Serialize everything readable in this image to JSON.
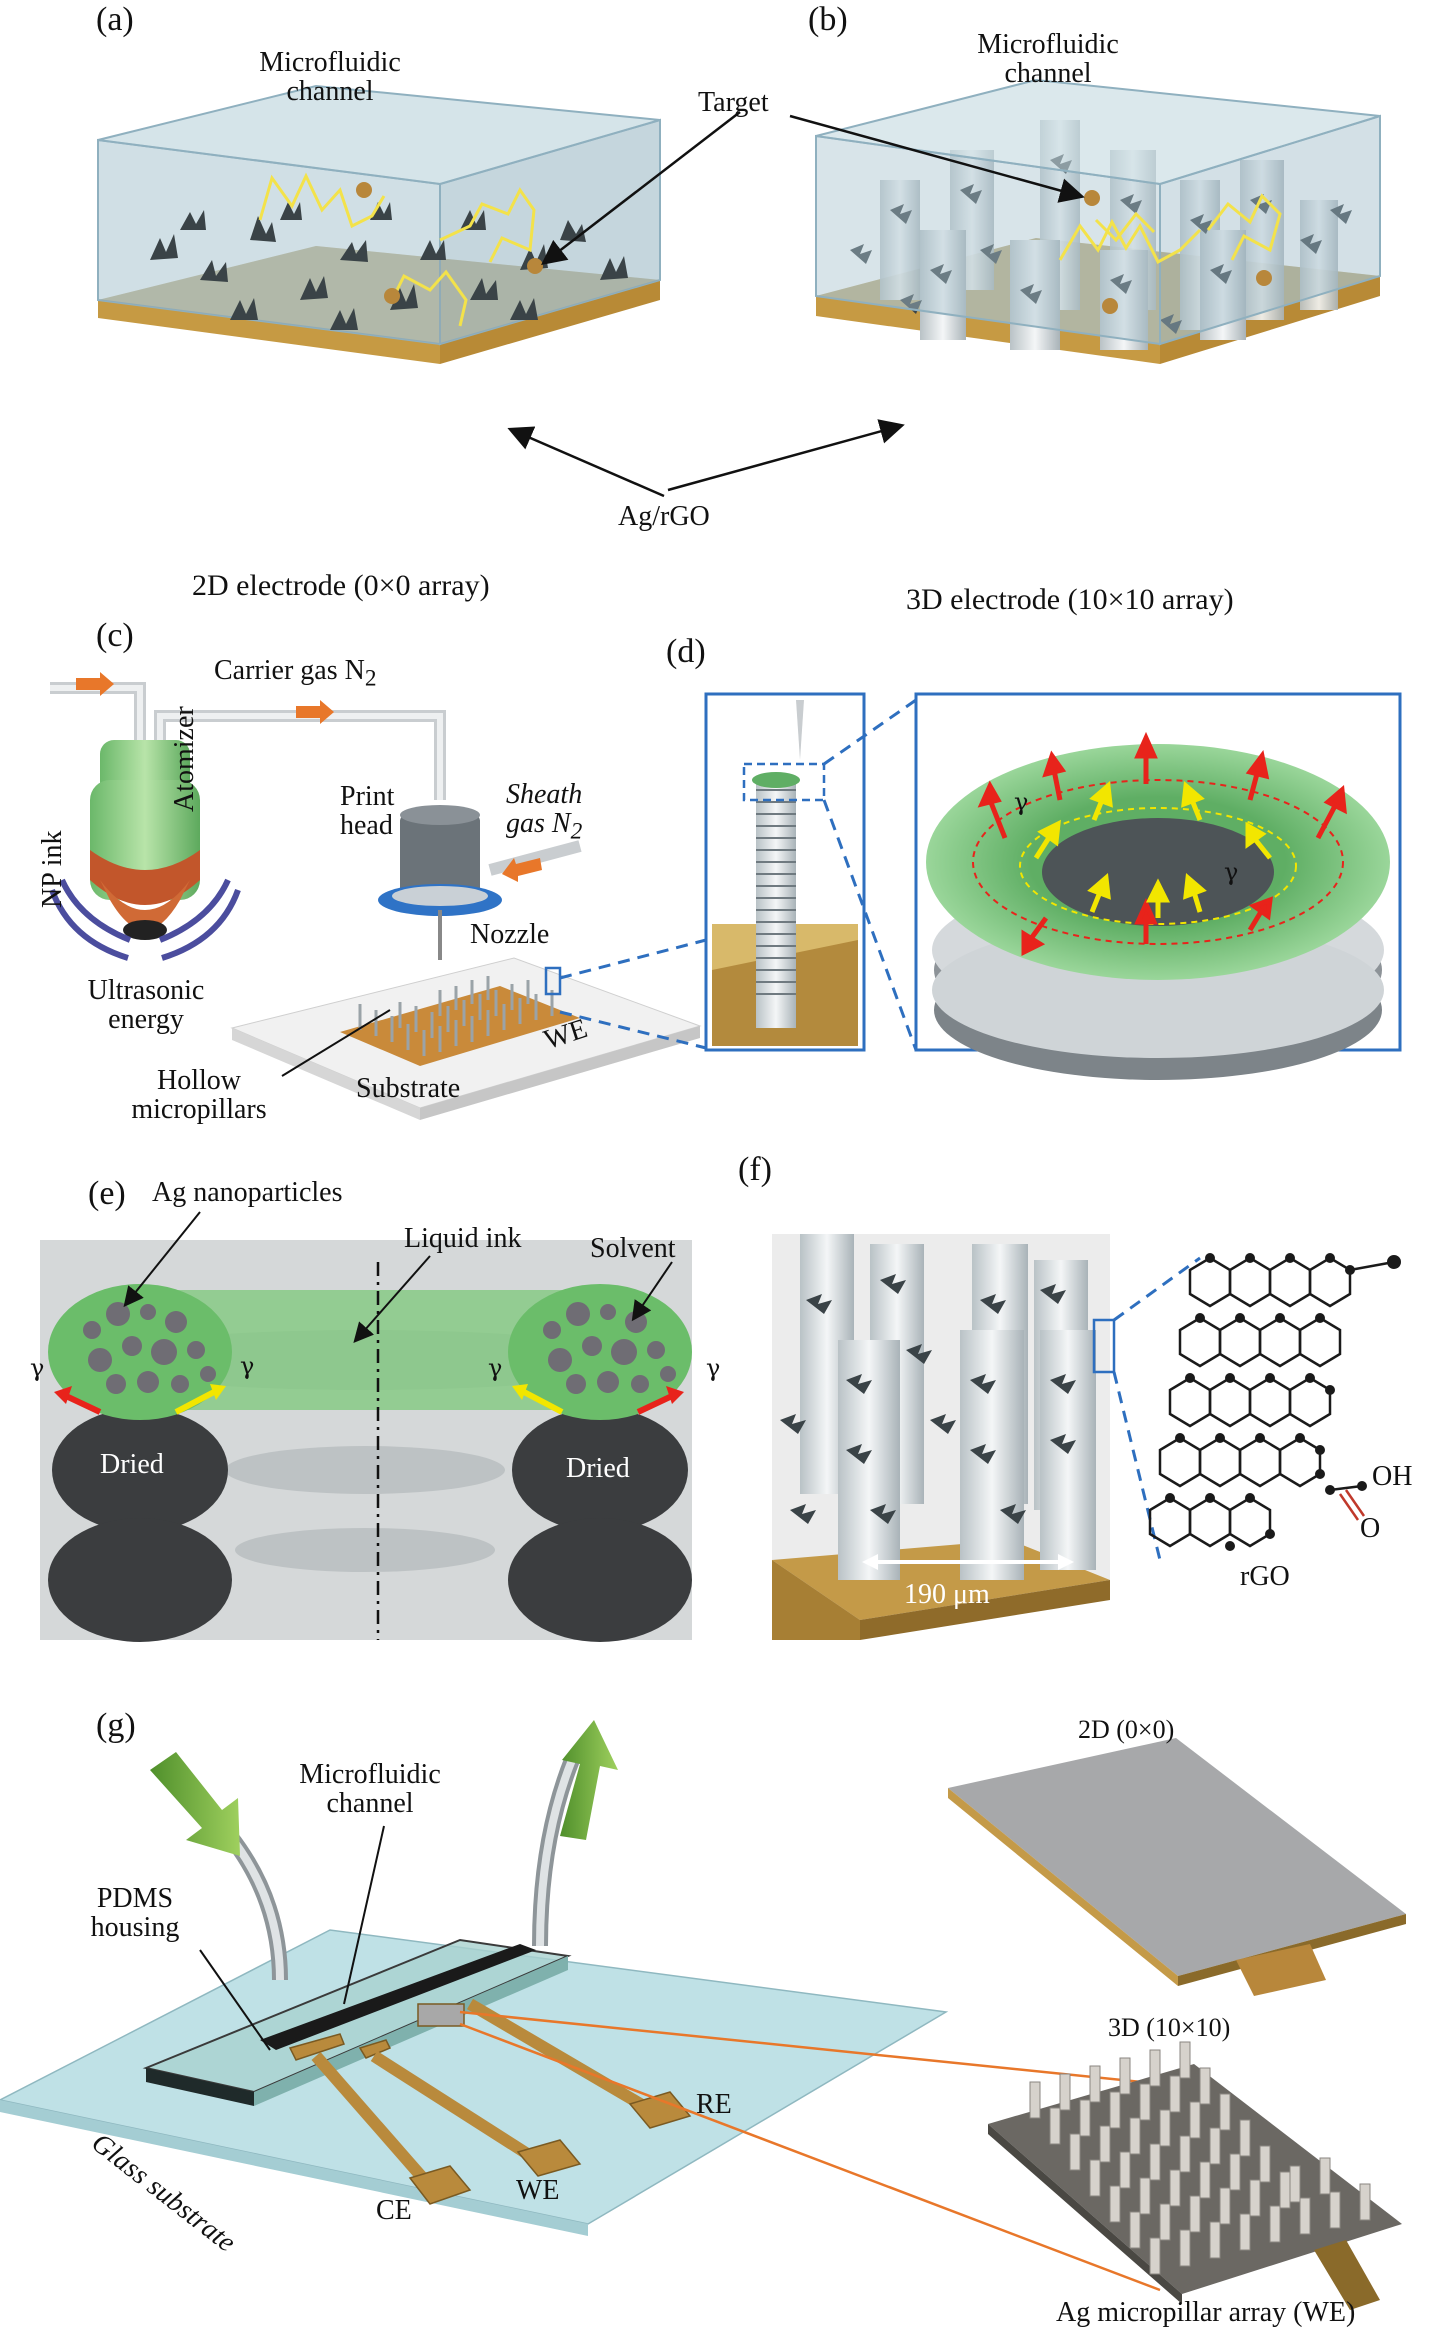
{
  "panels": {
    "a": {
      "letter": "(a)",
      "channel_label": [
        "Microfluidic",
        "channel"
      ],
      "caption": "2D electrode (0×0 array)"
    },
    "b": {
      "letter": "(b)",
      "channel_label": [
        "Microfluidic",
        "channel"
      ],
      "caption": "3D electrode (10×10 array)"
    },
    "shared_ab": {
      "target": "Target",
      "material": "Ag/rGO"
    },
    "c": {
      "letter": "(c)",
      "carrier_gas": "Carrier gas N",
      "n_sub": "2",
      "sheath_gas": [
        "Sheath",
        "gas N"
      ],
      "print_head": [
        "Print",
        "head"
      ],
      "atomizer": "Atomizer",
      "np_ink": "NP ink",
      "ultrasonic": [
        "Ultrasonic",
        "energy"
      ],
      "nozzle": "Nozzle",
      "we": "WE",
      "hollow": [
        "Hollow",
        "micropillars"
      ],
      "substrate": "Substrate"
    },
    "d": {
      "letter": "(d)",
      "gamma": "γ"
    },
    "e": {
      "letter": "(e)",
      "ag_np": "Ag nanoparticles",
      "liquid_ink": "Liquid ink",
      "solvent": "Solvent",
      "dried": "Dried",
      "gamma": "γ"
    },
    "f": {
      "letter": "(f)",
      "scale": "190 μm",
      "rgo": "rGO",
      "oh": "OH",
      "o": "O"
    },
    "g": {
      "letter": "(g)",
      "channel_label": [
        "Microfluidic",
        "channel"
      ],
      "pdms": [
        "PDMS",
        "housing"
      ],
      "glass": "Glass substrate",
      "re": "RE",
      "ce": "CE",
      "we": "WE",
      "inset_2d": "2D (0×0)",
      "inset_3d": "3D (10×10)",
      "array_caption": "Ag micropillar array (WE)"
    }
  },
  "colors": {
    "glass_box": "#9fb9c8",
    "gold": "#d8b96a",
    "arrow_red": "#e8231b",
    "arrow_yellow": "#f2e600",
    "ink_green": "#7cc87a",
    "dashed_blue": "#2e6fbf",
    "orange_gas": "#e8772a",
    "flow_green": "#6aa83a"
  }
}
